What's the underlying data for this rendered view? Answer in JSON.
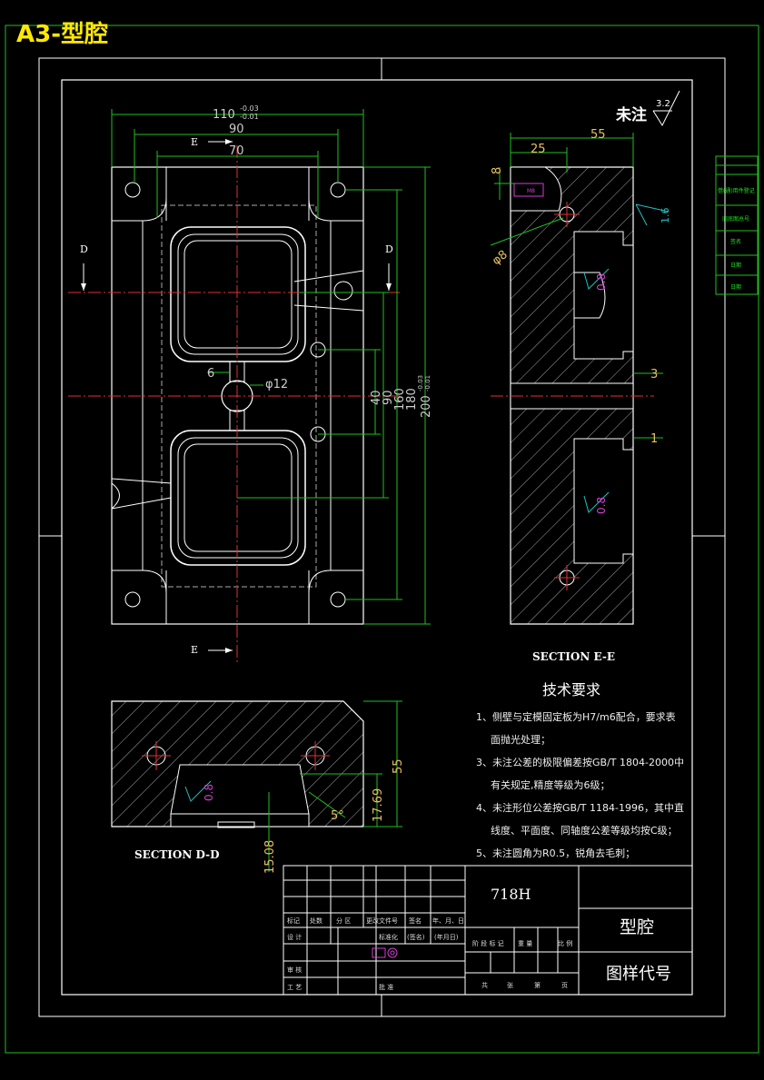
{
  "sheet": {
    "format_title": "A3-型腔",
    "surface_finish_note": "未注",
    "surface_finish_value": "3.2"
  },
  "plan_view": {
    "dims": {
      "width_110": "110",
      "width_110_tol_upper": "-0.03",
      "width_110_tol_lower": "-0.01",
      "width_90": "90",
      "width_70": "70",
      "gate_6": "6",
      "gate_dia": "φ12",
      "h40": "40",
      "h90": "90",
      "h160": "160",
      "h180": "180",
      "h200": "200",
      "h200_tol_upper": "-0.03",
      "h200_tol_lower": "-0.01"
    },
    "section_marks": {
      "e_top": "E",
      "e_bottom": "E",
      "d_left": "D",
      "d_right": "D"
    }
  },
  "section_ee": {
    "title": "SECTION E-E",
    "dims": {
      "w55": "55",
      "w25": "25",
      "h8": "8",
      "dia8": "φ8",
      "d3": "3",
      "d1": "1"
    },
    "roughness": {
      "r16": "1.6",
      "r08a": "0.8",
      "r08b": "0.8"
    },
    "thread_label": "M8"
  },
  "section_dd": {
    "title": "SECTION D-D",
    "dims": {
      "h55": "55",
      "h17": "17.69",
      "h15": "15.08",
      "angle": "5°"
    },
    "roughness": {
      "r08": "0.8"
    }
  },
  "tech_requirements": {
    "heading": "技术要求",
    "items": [
      "1、侧壁与定模固定板为H7/m6配合，要求表",
      "面抛光处理；",
      "3、未注公差的极限偏差按GB/T 1804-2000中",
      "有关规定,精度等级为6级；",
      "4、未注形位公差按GB/T 1184-1996，其中直",
      "线度、平面度、同轴度公差等级均按C级；",
      "5、未注圆角为R0.5，锐角去毛刺；"
    ]
  },
  "title_block": {
    "material": "718H",
    "part_name": "型腔",
    "drawing_code_label": "图样代号",
    "row_labels": [
      "标记",
      "处数",
      "分 区",
      "更改文件号",
      "签名",
      "年、月、日"
    ],
    "design": "设 计",
    "standardize": "标准化",
    "sign": "(签名)",
    "date": "(年月日)",
    "stage_marks": [
      "阶 段 标 记",
      "重 量",
      "比 例"
    ],
    "review": "审 核",
    "process": "工 艺",
    "approve": "批 准",
    "sheets": [
      "共",
      "张",
      "第",
      "页"
    ]
  },
  "side_strip": {
    "items": [
      "借(通)用件登记",
      "旧底图总号",
      "签名",
      "日期",
      "日期"
    ]
  }
}
